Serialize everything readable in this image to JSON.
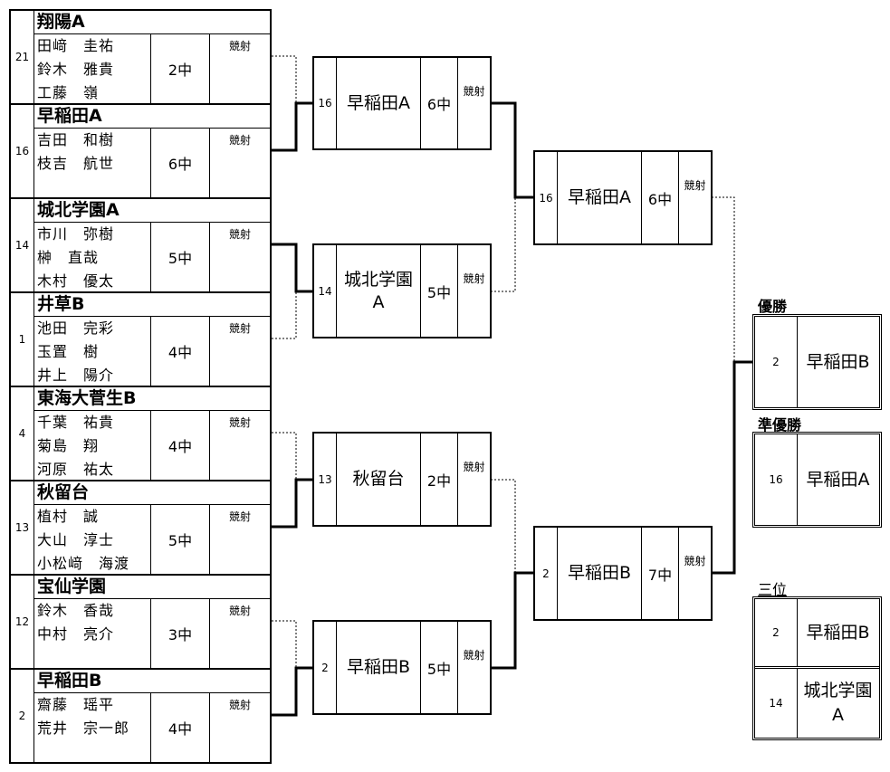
{
  "shoot_label": "競射",
  "round1": [
    {
      "seed": "21",
      "team": "翔陽A",
      "players": [
        "田﨑　圭祐",
        "鈴木　雅貴",
        "工藤　嶺"
      ],
      "score": "2中"
    },
    {
      "seed": "16",
      "team": "早稲田A",
      "players": [
        "吉田　和樹",
        "枝吉　航世"
      ],
      "score": "6中"
    },
    {
      "seed": "14",
      "team": "城北学園A",
      "players": [
        "市川　弥樹",
        "榊　直哉",
        "木村　優太"
      ],
      "score": "5中"
    },
    {
      "seed": "1",
      "team": "井草B",
      "players": [
        "池田　完彩",
        "玉置　樹",
        "井上　陽介"
      ],
      "score": "4中"
    },
    {
      "seed": "4",
      "team": "東海大菅生B",
      "players": [
        "千葉　祐貴",
        "菊島　翔",
        "河原　祐太"
      ],
      "score": "4中"
    },
    {
      "seed": "13",
      "team": "秋留台",
      "players": [
        "植村　誠",
        "大山　淳士",
        "小松﨑　海渡"
      ],
      "score": "5中"
    },
    {
      "seed": "12",
      "team": "宝仙学園",
      "players": [
        "鈴木　香哉",
        "中村　亮介"
      ],
      "score": "3中"
    },
    {
      "seed": "2",
      "team": "早稲田B",
      "players": [
        "齋藤　瑶平",
        "荒井　宗一郎"
      ],
      "score": "4中"
    }
  ],
  "round2": [
    {
      "seed": "16",
      "team": "早稲田A",
      "score": "6中"
    },
    {
      "seed": "14",
      "team": "城北学園A",
      "score": "5中"
    },
    {
      "seed": "13",
      "team": "秋留台",
      "score": "2中"
    },
    {
      "seed": "2",
      "team": "早稲田B",
      "score": "5中"
    }
  ],
  "round3": [
    {
      "seed": "16",
      "team": "早稲田A",
      "score": "6中"
    },
    {
      "seed": "2",
      "team": "早稲田B",
      "score": "7中"
    }
  ],
  "results": {
    "winner": {
      "label": "優勝",
      "seed": "2",
      "team": "早稲田B"
    },
    "runner_up": {
      "label": "準優勝",
      "seed": "16",
      "team": "早稲田A"
    },
    "third": {
      "label": "三位",
      "entries": [
        {
          "seed": "2",
          "team": "早稲田B"
        },
        {
          "seed": "14",
          "team": "城北学園A"
        }
      ]
    }
  }
}
